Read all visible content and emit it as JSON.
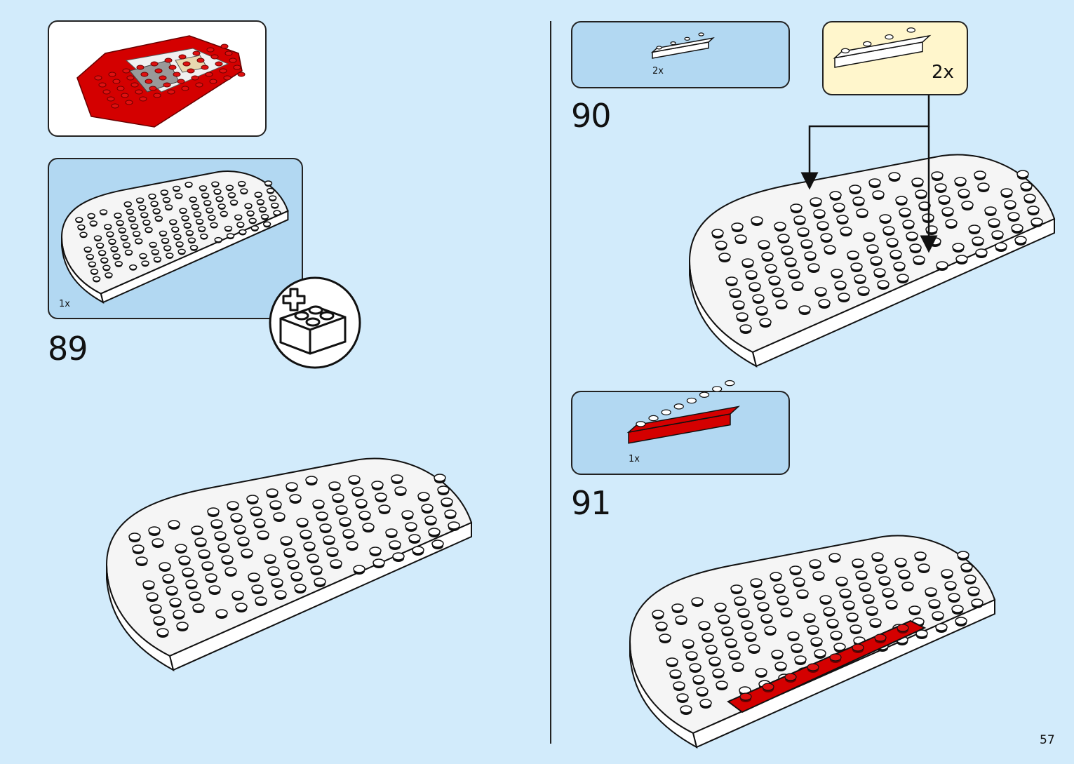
{
  "page": {
    "number": "57"
  },
  "steps": [
    {
      "number": "89",
      "parts": [
        {
          "qty": "1x",
          "part": "white base plate"
        }
      ],
      "note_icon": "add-brick-icon"
    },
    {
      "number": "90",
      "parts": [
        {
          "qty": "2x",
          "part": "white 1x4 plate"
        }
      ],
      "callout": {
        "qty": "2x"
      }
    },
    {
      "number": "91",
      "parts": [
        {
          "qty": "1x",
          "part": "red 1x8 plate"
        }
      ]
    }
  ],
  "colors": {
    "background": "#d2ebfb",
    "panel": "#b2d8f2",
    "callout": "#fff6cc",
    "brick_red": "#d40000"
  },
  "icons": [
    "add-brick-icon",
    "arrow-icon"
  ]
}
